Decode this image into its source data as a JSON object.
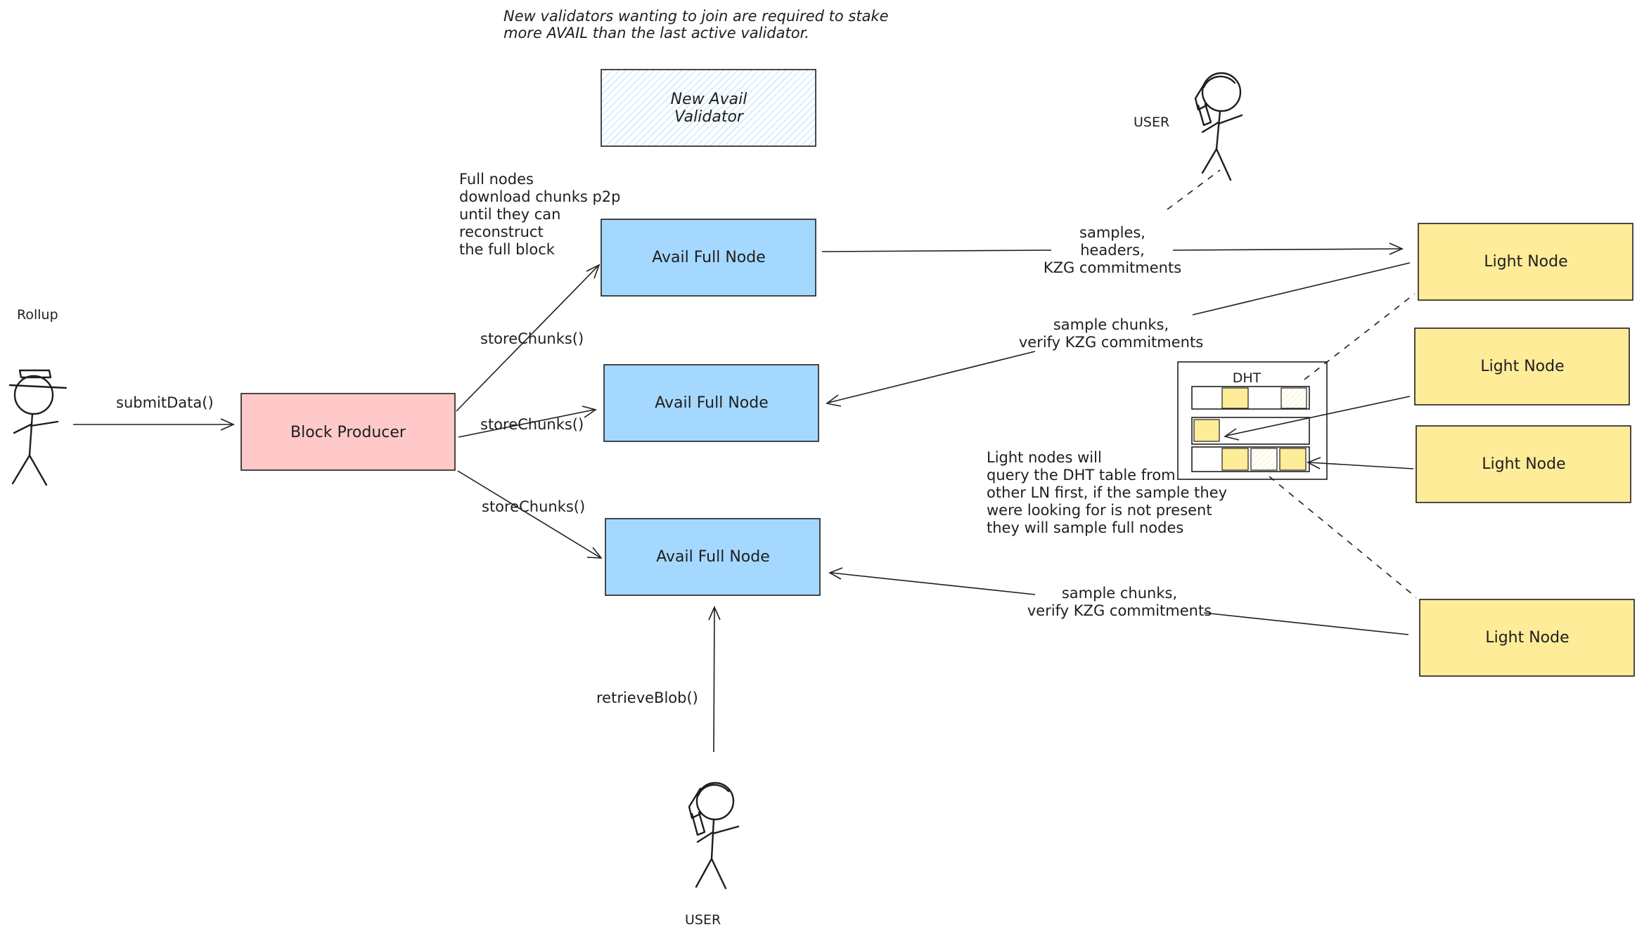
{
  "notes": {
    "validators": [
      "New validators wanting to join are required to stake",
      "more AVAIL than the last active validator."
    ],
    "full_nodes": [
      "Full nodes",
      "download chunks p2p",
      "until they can",
      "reconstruct",
      "the full block"
    ],
    "light_nodes": [
      "Light nodes will",
      "query the DHT table from",
      "other LN first, if the sample they",
      "were looking for is not present",
      "they will sample full nodes"
    ]
  },
  "actors": {
    "rollup": "Rollup",
    "user_top": "USER",
    "user_bottom": "USER"
  },
  "nodes": {
    "new_validator": [
      "New Avail",
      "Validator"
    ],
    "block_producer": "Block Producer",
    "full_node_1": "Avail Full Node",
    "full_node_2": "Avail Full Node",
    "full_node_3": "Avail Full Node",
    "light_node_1": "Light Node",
    "light_node_2": "Light Node",
    "light_node_3": "Light Node",
    "light_node_4": "Light Node",
    "dht": "DHT"
  },
  "edges": {
    "submit_data": "submitData()",
    "store_chunks_1": "storeChunks()",
    "store_chunks_2": "storeChunks()",
    "store_chunks_3": "storeChunks()",
    "retrieve_blob": "retrieveBlob()",
    "samples": [
      "samples,",
      "headers,",
      "KZG commitments"
    ],
    "sample_chunks_1": [
      "sample chunks,",
      "verify KZG commitments"
    ],
    "sample_chunks_2": [
      "sample chunks,",
      "verify KZG commitments"
    ]
  },
  "colors": {
    "full_node": "#a5d8ff",
    "light_node": "#ffec99",
    "block_producer": "#ffc9c9",
    "validator_hatch": "#a5d8ff",
    "stroke": "#1e1e1e"
  }
}
